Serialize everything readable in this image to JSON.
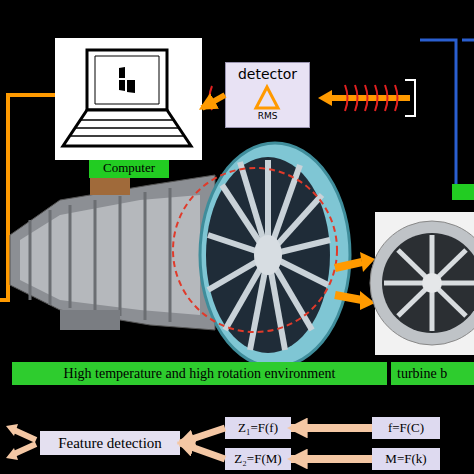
{
  "diagram": {
    "nodes": [
      {
        "text": [
          "Computer"
        ]
      },
      {
        "text": [
          "detector",
          "RMS"
        ]
      },
      {
        "text": [
          "High temperature and high rotation environment"
        ]
      },
      {
        "text": [
          "turbine b"
        ]
      },
      {
        "text": [
          "Feature detection"
        ]
      },
      {
        "text": [
          "Z₁=F(f)"
        ]
      },
      {
        "text": [
          "Z₂=F(M)"
        ]
      },
      {
        "text": [
          "f=F(C)"
        ]
      },
      {
        "text": [
          "M=F(k)"
        ]
      }
    ],
    "edges": [
      {
        "from": 1,
        "to": 0,
        "arrow": "to"
      },
      {
        "from": 7,
        "to": 5,
        "arrow": "to"
      },
      {
        "from": 8,
        "to": 6,
        "arrow": "to"
      },
      {
        "from": 5,
        "to": 4,
        "arrow": "to"
      },
      {
        "from": 6,
        "to": 4,
        "arrow": "to"
      }
    ]
  }
}
